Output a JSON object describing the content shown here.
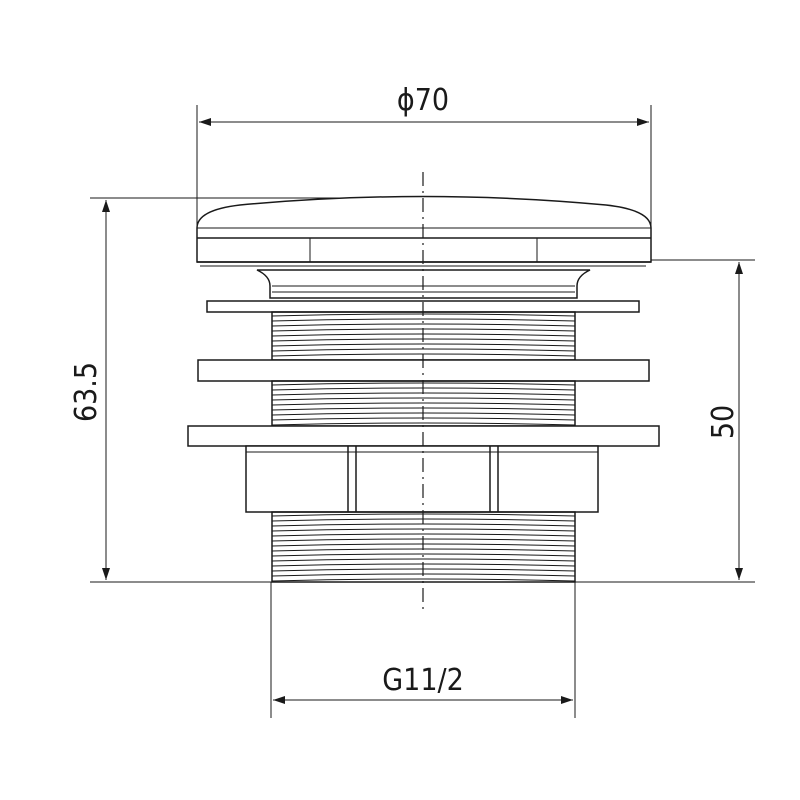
{
  "dimensions": {
    "diameter": "ϕ70",
    "total_height": "63.5",
    "body_height": "50",
    "thread": "G11/2"
  }
}
